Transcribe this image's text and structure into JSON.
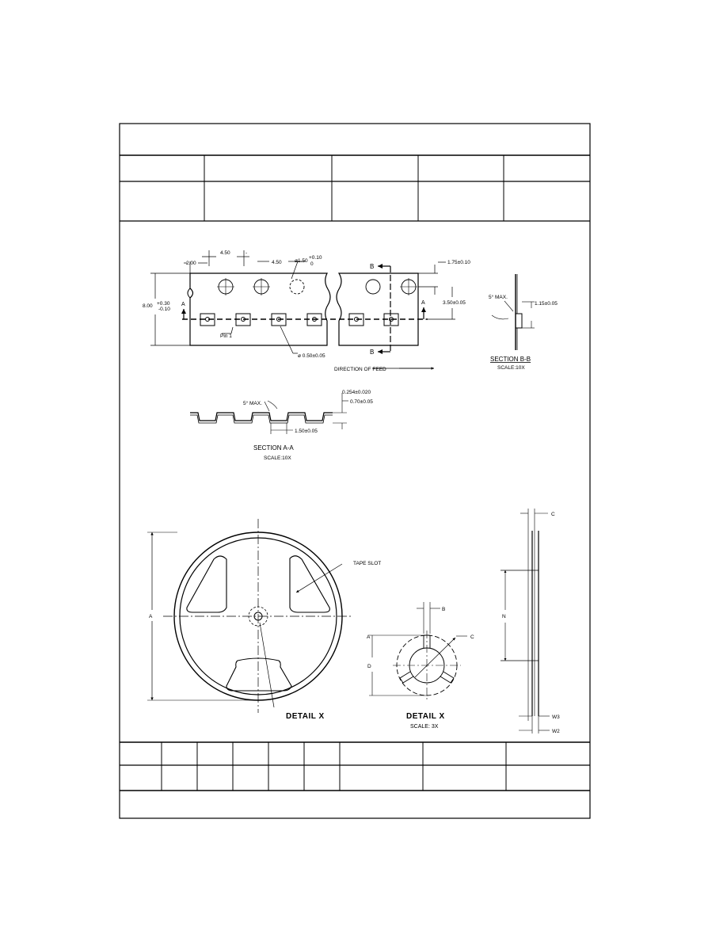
{
  "tape": {
    "dims": {
      "pitch_top": "4.50",
      "dash": "-",
      "sprocket_offset": "2.00",
      "pitch_mid": "4.50",
      "hole_dia": "ø1.50",
      "hole_tol_plus": "+0.10",
      "hole_tol_zero": "0",
      "edge_to_hole": "1.75±0.10",
      "hole_to_pocket": "3.50±0.05",
      "width": "8.00",
      "width_tol_plus": "+0.30",
      "width_tol_minus": "-0.10",
      "pin1": "Pin 1",
      "pocket_hole": "ø 0.50±0.05"
    },
    "section_markers": {
      "a": "A",
      "b": "B"
    },
    "direction_label": "DIRECTION OF FEED"
  },
  "section_b": {
    "angle_label": "5° MAX.",
    "depth_label": "1.15±0.05",
    "title": "SECTION B-B",
    "scale": "SCALE:10X"
  },
  "section_a": {
    "thickness": "0.254±0.020",
    "depth": "0.70±0.05",
    "angle_label": "5° MAX.",
    "pocket_width": "1.50±0.05",
    "title": "SECTION A-A",
    "scale": "SCALE:10X"
  },
  "reel": {
    "label_a": "A",
    "label_tape_slot": "TAPE SLOT",
    "label_detail": "DETAIL X"
  },
  "detail_x": {
    "label_b": "B",
    "label_c": "C",
    "label_a": "A",
    "label_d": "D",
    "title": "DETAIL X",
    "scale": "SCALE: 3X"
  },
  "reel_side": {
    "label_c": "C",
    "label_n": "N",
    "w2": "W2",
    "w3": "W3"
  }
}
